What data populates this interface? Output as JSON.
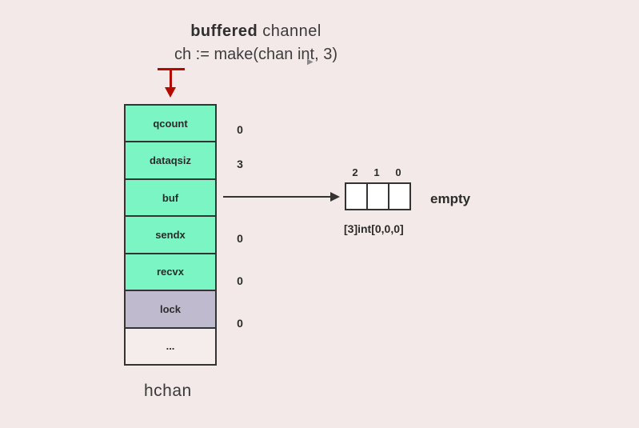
{
  "title": {
    "bold": "buffered",
    "regular": " channel",
    "code": "ch := make(chan int, 3)"
  },
  "cursor_icon": "▶",
  "struct": {
    "name": "hchan",
    "rows": [
      {
        "label": "qcount",
        "value": "0",
        "color": "#7bf5c3"
      },
      {
        "label": "dataqsiz",
        "value": "3",
        "color": "#7bf5c3"
      },
      {
        "label": "buf",
        "value": "",
        "color": "#7bf5c3",
        "pointer_to": "buffer-array"
      },
      {
        "label": "sendx",
        "value": "0",
        "color": "#7bf5c3"
      },
      {
        "label": "recvx",
        "value": "0",
        "color": "#7bf5c3"
      },
      {
        "label": "lock",
        "value": "0",
        "color": "#c0bacf"
      },
      {
        "label": "...",
        "value": "",
        "color": "#f5edec"
      }
    ]
  },
  "buffer": {
    "indices": [
      "2",
      "1",
      "0"
    ],
    "cells": [
      "",
      "",
      ""
    ],
    "type_label": "[3]int[0,0,0]",
    "status": "empty"
  },
  "colors": {
    "background": "#f3e9e8",
    "cell_green": "#7bf5c3",
    "cell_lavender": "#c0bacf",
    "cell_plain": "#f5edec",
    "border": "#333333",
    "pointer_red": "#b30b00",
    "text": "#2b2b2b"
  }
}
